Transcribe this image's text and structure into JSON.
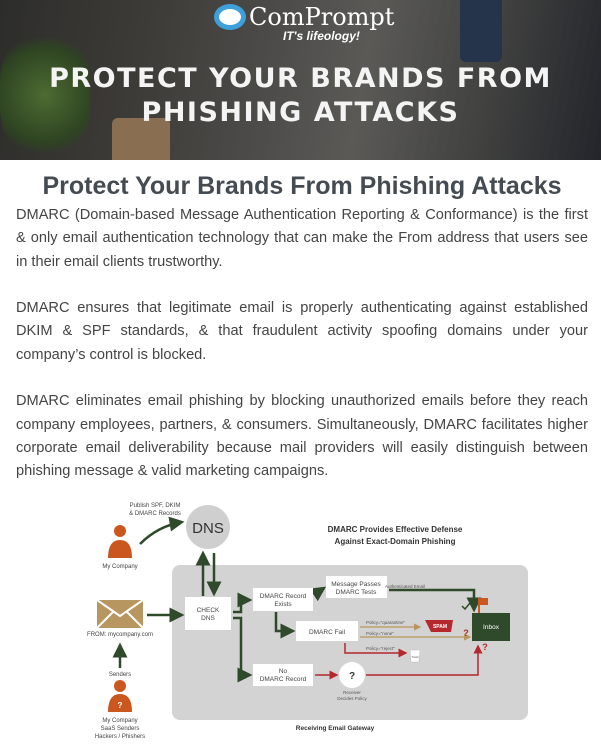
{
  "banner": {
    "logo_name": "ComPrompt",
    "tagline": "IT's lifeology!",
    "title_line1": "PROTECT  YOUR BRANDS FROM",
    "title_line2": "PHISHING ATTACKS"
  },
  "heading": "Protect Your Brands From Phishing Attacks",
  "paragraphs": [
    "DMARC (Domain-based Message Authentication Reporting & Conformance) is the first & only email authentication technology that can make the From address that users see in their email clients trustworthy.",
    "DMARC ensures that legitimate email is properly authenticating against established DKIM & SPF standards, & that fraudulent activity spoofing domains under your company’s control is blocked.",
    "DMARC eliminates email phishing by blocking unauthorized emails before they reach company employees, partners, & consumers. Simultaneously, DMARC facilitates higher corporate email deliverability because mail providers will easily distinguish between phishing message & valid marketing campaigns."
  ],
  "diagram": {
    "title1": "DMARC Provides Effective Defense",
    "title2": "Against Exact-Domain Phishing",
    "publish1": "Publish SPF, DKIM",
    "publish2": "& DMARC Records",
    "dns": "DNS",
    "my_company": "My Company",
    "from": "FROM: mycompany.com",
    "senders": "Senders",
    "senders_list": [
      "My Company",
      "SaaS Senders",
      "Hackers / Phishers"
    ],
    "check1": "CHECK",
    "check2": "DNS",
    "exists1": "DMARC Record",
    "exists2": "Exists",
    "passes1": "Message Passes",
    "passes2": "DMARC Tests",
    "fail": "DMARC Fail",
    "no1": "No",
    "no2": "DMARC Record",
    "authenticated": "Authenticated Email",
    "quarantine": "Policy=\"quarantine\"",
    "none": "Policy=\"none\"",
    "reject": "Policy=\"reject\"",
    "spam": "SPAM",
    "trash": "Trash",
    "inbox": "Inbox",
    "question": "?",
    "receiver1": "Receiver",
    "receiver2": "Decides Policy",
    "gateway": "Receiving Email Gateway",
    "colors": {
      "green": "#2f4a2b",
      "red": "#b5282e",
      "orange": "#c9571e",
      "tan": "#b89660",
      "grey": "#d3d3d3"
    }
  }
}
